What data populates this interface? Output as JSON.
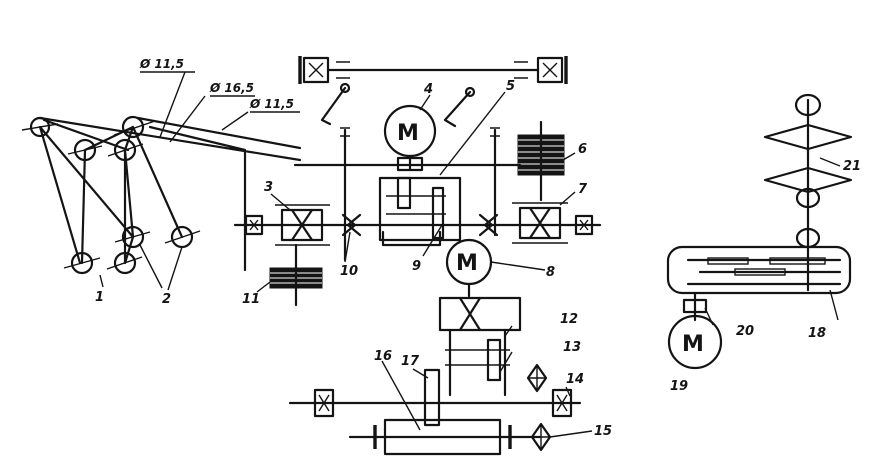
{
  "diagram": {
    "dimensions": [
      "Ø 11,5",
      "Ø 16,5",
      "Ø 11,5"
    ],
    "motor_letter": "M",
    "labels": [
      "1",
      "2",
      "3",
      "4",
      "5",
      "6",
      "7",
      "8",
      "9",
      "10",
      "11",
      "12",
      "13",
      "14",
      "15",
      "16",
      "17",
      "18",
      "19",
      "20",
      "21"
    ]
  }
}
